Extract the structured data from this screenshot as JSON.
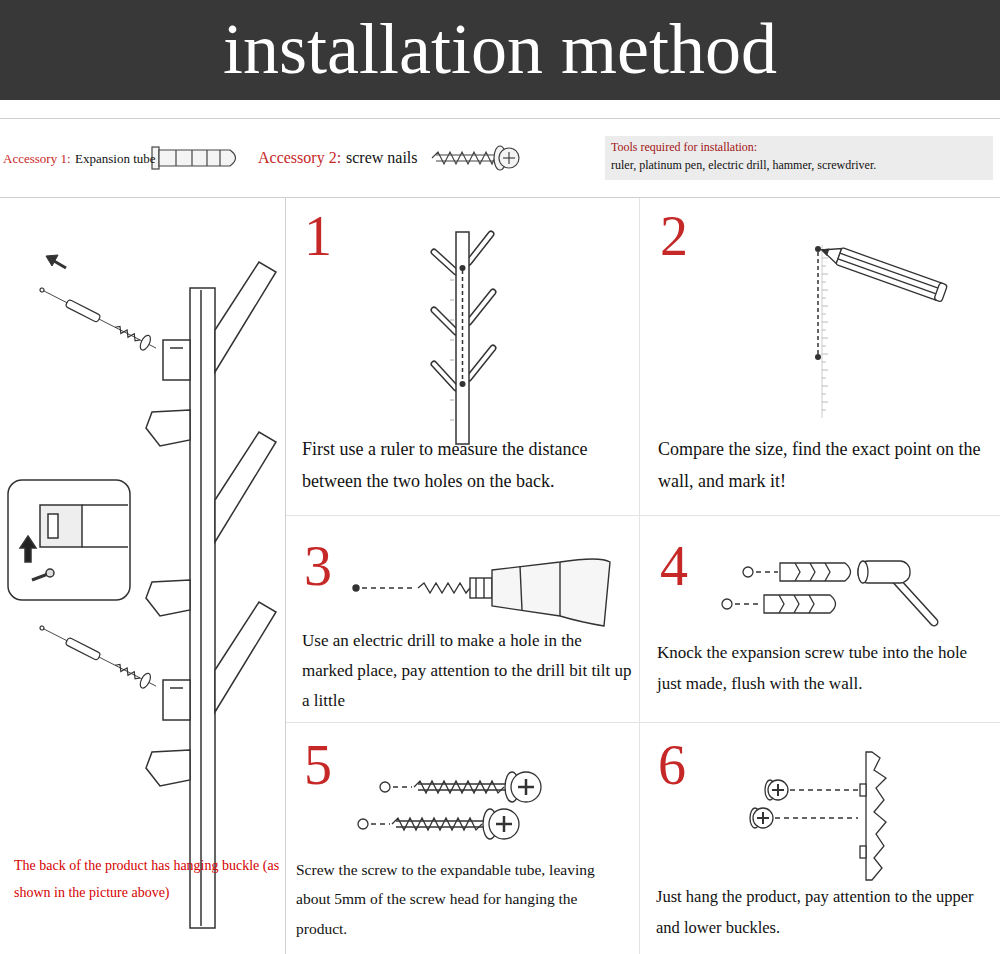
{
  "diagram": {
    "title": "installation method",
    "nodes": [
      {
        "text": [
          "Accessory 1:",
          "Expansion tube",
          "Accessory 2:",
          "screw nails",
          "Tools required for installation:",
          "ruler, platinum pen, electric drill, hammer, screwdriver."
        ]
      },
      {
        "text": [
          "The back of the product has hanging buckle (as shown in the picture above)"
        ]
      },
      {
        "text": [
          "1",
          "First use a ruler to measure the distance between the two holes on the back."
        ]
      },
      {
        "text": [
          "2",
          "Compare the size, find the exact point on the wall, and mark it!"
        ]
      },
      {
        "text": [
          "3",
          "Use an electric drill to make a hole in the marked place, pay attention to the drill bit tilt up a little"
        ]
      },
      {
        "text": [
          "4",
          "Knock the expansion screw tube into the hole just made, flush with the wall."
        ]
      },
      {
        "text": [
          "5",
          "Screw the screw to the expandable tube, leaving about 5mm of the screw head for hanging the product."
        ]
      },
      {
        "text": [
          "6",
          "Just hang the product, pay attention to the upper and lower buckles."
        ]
      }
    ]
  }
}
